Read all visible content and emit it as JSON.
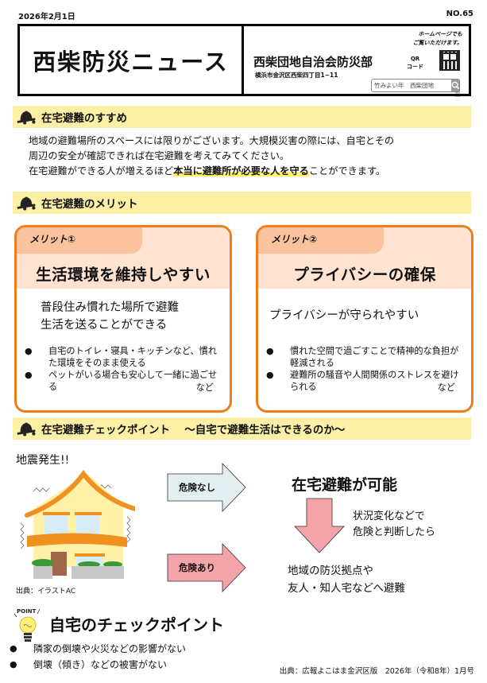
{
  "header": {
    "date": "2026年2月1日",
    "issue": "NO.65",
    "title": "西柴防災ニュース",
    "org_name": "西柴団地自治会防災部",
    "org_address": "横浜市金沢区西柴四丁目1−11",
    "homepage_note_line1": "ホームページでも",
    "homepage_note_line2": "ご覧いただけます。",
    "qr_label_line1": "QR",
    "qr_label_line2": "コード",
    "search_value": "竹みよい年　西柴団地",
    "search_icon": "search-icon"
  },
  "sections": {
    "recommend": {
      "title": "在宅避難のすすめ",
      "icon": "bell-icon"
    },
    "merits": {
      "title": "在宅避難のメリット",
      "icon": "bell-icon"
    },
    "checkpoint": {
      "title": "在宅避難チェックポイント　 ～自宅で避難生活はできるのか～",
      "icon": "bell-icon"
    }
  },
  "intro": {
    "line1": "地域の避難場所のスペースには限りがございます。大規模災害の際には、自宅とその",
    "line2": "周辺の安全が確認できれば在宅避難を考えてみてください。",
    "line3_pre": "在宅避難ができる人が増えるほど",
    "line3_highlight": "本当に避難所が必要な人を守る",
    "line3_post": "ことができます。"
  },
  "merit_cards": [
    {
      "tag": "メリット①",
      "heading": "生活環境を維持しやすい",
      "lead_line1": "普段住み慣れた場所で避難",
      "lead_line2": "生活を送ることができる",
      "bullets": [
        "自宅のトイレ・寝具・キッチンなど、慣れた環境をそのまま使える",
        "ペットがいる場合も安心して一緒に過ごせる"
      ],
      "suffix": "など"
    },
    {
      "tag": "メリット②",
      "heading": "プライバシーの確保",
      "lead_line1": "プライバシーが守られやすい",
      "bullets": [
        "慣れた空間で過ごすことで精神的な負担が軽減される",
        "避難所の騒音や人間関係のストレスを避けられる"
      ],
      "suffix": "など"
    }
  ],
  "flow": {
    "trigger": "地震発生!!",
    "image_credit": "出典：イラストAC",
    "safe_label": "危険なし",
    "danger_label": "危険あり",
    "safe_result": "在宅避難が可能",
    "condition_line1": "状況変化などで",
    "condition_line2": "危険と判断したら",
    "danger_result_line1": "地域の防災拠点や",
    "danger_result_line2": "友人・知人宅などへ避難",
    "colors": {
      "safe_arrow": "#e3eef0",
      "danger_arrow": "#f4a3a8",
      "house_orange": "#f0901e",
      "house_wall": "#fff1a8"
    }
  },
  "home_check": {
    "point_badge": "POINT",
    "title": "自宅のチェックポイント",
    "items": [
      "隣家の倒壊や火災などの影響がない",
      "倒壊（傾き）などの被害がない"
    ]
  },
  "footer": {
    "source": "出典：広報よこはま金沢区版　2026年（令和8年）1月号"
  },
  "colors": {
    "band": "#fbf0a6",
    "card_border": "#f07c1c",
    "card_head": "#fde3d0",
    "card_tab": "#fbc39d",
    "highlight": "#fff36a"
  }
}
